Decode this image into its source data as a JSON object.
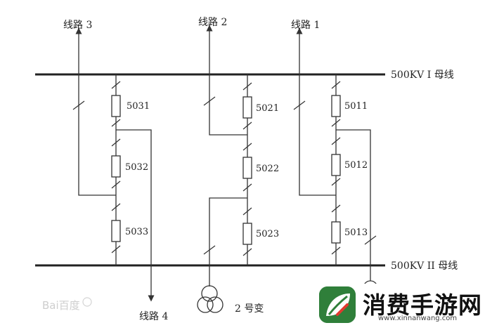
{
  "labels": {
    "line1": "线路 1",
    "line2": "线路 2",
    "line3": "线路 3",
    "line4": "线路 4",
    "bus1": "500KV I 母线",
    "bus2": "500KV II 母线",
    "transformer": "2 号变"
  },
  "breakers": {
    "b5031": "5031",
    "b5032": "5032",
    "b5033": "5033",
    "b5021": "5021",
    "b5022": "5022",
    "b5023": "5023",
    "b5011": "5011",
    "b5012": "5012",
    "b5013": "5013"
  },
  "watermark": {
    "baidu": "Bai百度",
    "badge_title": "消费手游网",
    "badge_url": "www.xinnanwang.com"
  },
  "colors": {
    "line": "#333333",
    "bus": "#222222",
    "badge_green": "#2f7f3a"
  }
}
